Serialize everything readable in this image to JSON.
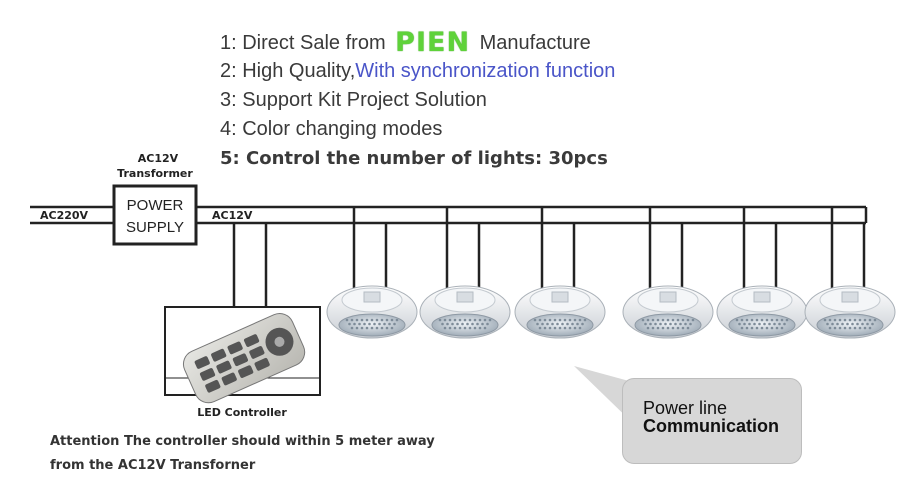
{
  "features": {
    "f1_prefix": "1: Direct Sale from",
    "f1_brand": "PIEN",
    "f1_suffix": "Manufacture",
    "f2_prefix": "2: High Quality,",
    "f2_accent": "With synchronization function",
    "f3": "3: Support Kit Project Solution",
    "f4": "4: Color changing modes",
    "f5": "5: Control the number of lights: 30pcs"
  },
  "diagram": {
    "transformer_label_1": "AC12V",
    "transformer_label_2": "Transformer",
    "mains_label": "AC220V",
    "output_label": "AC12V",
    "power_supply_line1": "POWER",
    "power_supply_line2": "SUPPLY",
    "controller_label": "LED Controller",
    "light_count_shown": 6
  },
  "attention": {
    "line1": "Attention The controller should within 5 meter away",
    "line2": "from the AC12V Transforner"
  },
  "callout": {
    "line1": "Power line",
    "line2": "Communication"
  },
  "colors": {
    "brand": "#5fd23a",
    "accent": "#4a55c8",
    "callout_bg": "#d7d7d7"
  }
}
